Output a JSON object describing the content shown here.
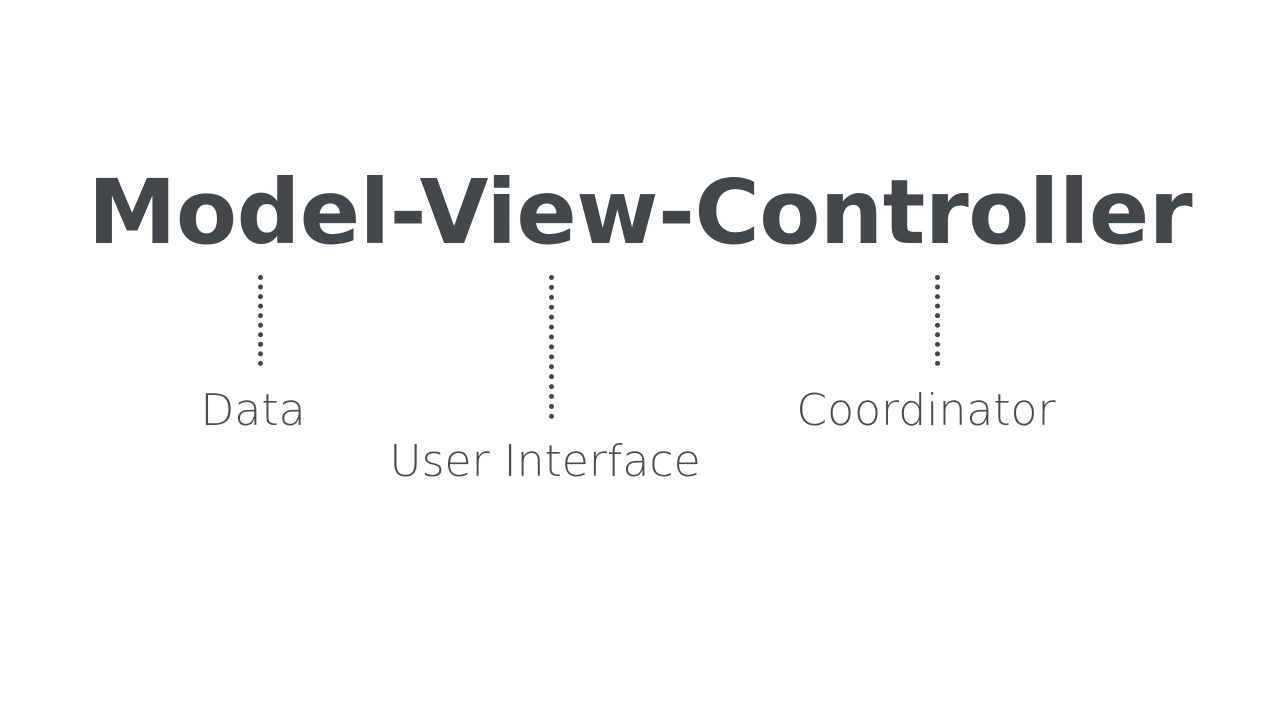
{
  "slide": {
    "background_color": "#ffffff",
    "text_color": "#43474b",
    "label_color": "#494d51",
    "title": "Model-View-Controller"
  },
  "diagram": {
    "type": "annotated-term-breakdown",
    "term": "Model-View-Controller",
    "parts": [
      {
        "term": "Model",
        "label": "Data",
        "connector": "dotted-vertical-line"
      },
      {
        "term": "View",
        "label": "User Interface",
        "connector": "dotted-vertical-line"
      },
      {
        "term": "Controller",
        "label": "Coordinator",
        "connector": "dotted-vertical-line"
      }
    ]
  }
}
